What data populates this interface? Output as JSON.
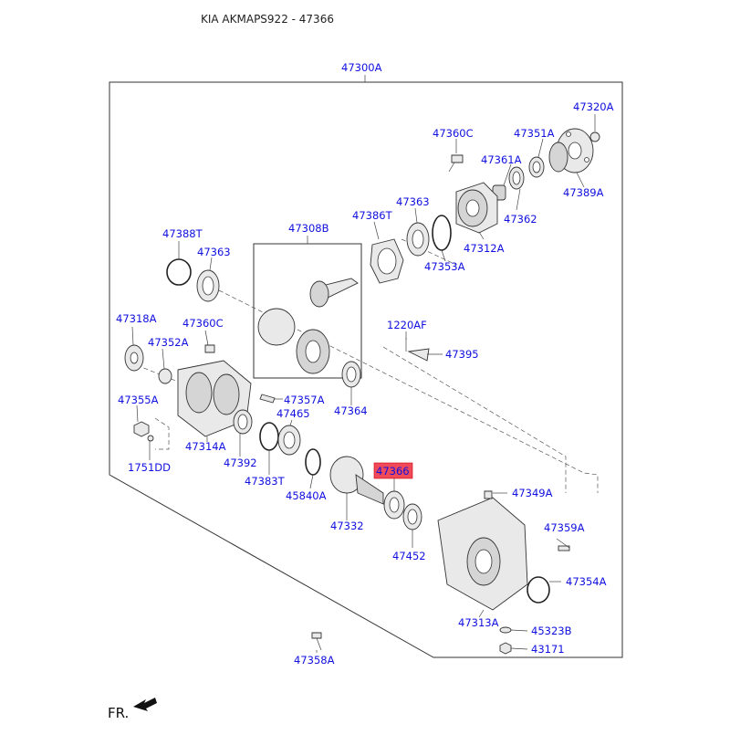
{
  "header": {
    "title": "KIA AKMAPS922 - 47366"
  },
  "footer": {
    "direction_label": "FR."
  },
  "assembly_label": "47300A",
  "subassembly_label": "47308B",
  "highlighted_part": "47366",
  "parts": [
    "47320A",
    "47360C",
    "47351A",
    "47361A",
    "47389A",
    "47363",
    "47386T",
    "47362",
    "47312A",
    "47353A",
    "47388T",
    "47363",
    "47308B",
    "47318A",
    "47360C",
    "47352A",
    "1220AF",
    "47395",
    "47355A",
    "47357A",
    "47364",
    "47465",
    "47314A",
    "47392",
    "1751DD",
    "47383T",
    "45840A",
    "47366",
    "47349A",
    "47332",
    "47359A",
    "47452",
    "47354A",
    "47313A",
    "45323B",
    "43171",
    "47358A"
  ],
  "colors": {
    "label": "#1010e0",
    "highlight": "#f04a5a",
    "line": "#333333"
  }
}
